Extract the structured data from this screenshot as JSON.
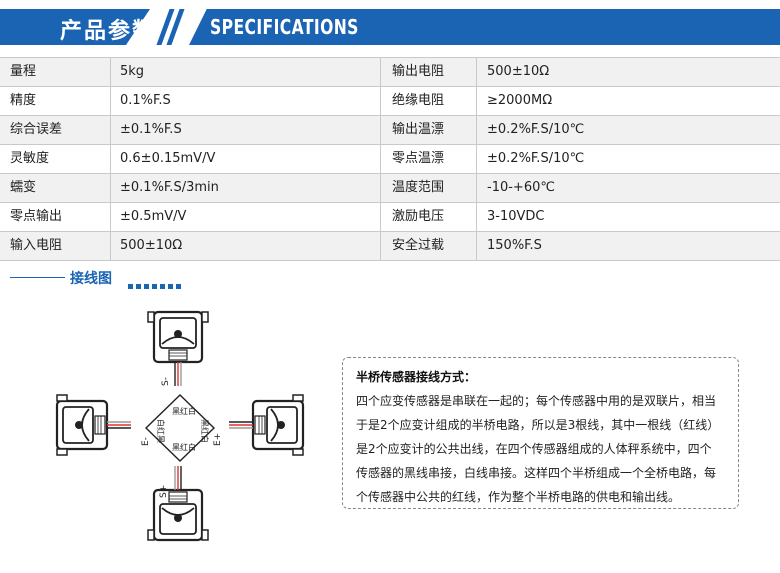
{
  "header": {
    "title_cn": "产品参数",
    "title_en": "SPECIFICATIONS",
    "accent_color": "#1b64b3"
  },
  "specs": {
    "rows": [
      {
        "k1": "量程",
        "v1": "5kg",
        "k2": "输出电阻",
        "v2": "500±10Ω"
      },
      {
        "k1": "精度",
        "v1": "0.1%F.S",
        "k2": "绝缘电阻",
        "v2": "≥2000MΩ"
      },
      {
        "k1": "综合误差",
        "v1": "±0.1%F.S",
        "k2": "输出温漂",
        "v2": "±0.2%F.S/10℃"
      },
      {
        "k1": "灵敏度",
        "v1": "0.6±0.15mV/V",
        "k2": "零点温漂",
        "v2": "±0.2%F.S/10℃"
      },
      {
        "k1": "蠕变",
        "v1": "±0.1%F.S/3min",
        "k2": "温度范围",
        "v2": "-10-+60℃"
      },
      {
        "k1": "零点输出",
        "v1": "±0.5mV/V",
        "k2": "激励电压",
        "v2": "3-10VDC"
      },
      {
        "k1": "输入电阻",
        "v1": "500±10Ω",
        "k2": "安全过载",
        "v2": "150%F.S"
      }
    ]
  },
  "wiring": {
    "title": "接线图",
    "center_labels": {
      "top": "黑红白",
      "right": "黑红白",
      "bottom": "黑红白",
      "left": "白红黑"
    },
    "signal_labels": {
      "top": "S-",
      "right": "E+",
      "bottom": "S+",
      "left": "E-"
    }
  },
  "notes": {
    "title": "半桥传感器接线方式：",
    "lines": [
      "四个应变传感器是串联在一起的；每个传感器中用的是双联片，相当",
      "于是2个应变计组成的半桥电路，所以是3根线，其中一根线（红线）",
      "是2个应变计的公共出线，在四个传感器组成的人体秤系统中，四个",
      "传感器的黑线串接，白线串接。这样四个半桥组成一个全桥电路，每",
      "个传感器中公共的红线，作为整个半桥电路的供电和输出线。"
    ]
  }
}
